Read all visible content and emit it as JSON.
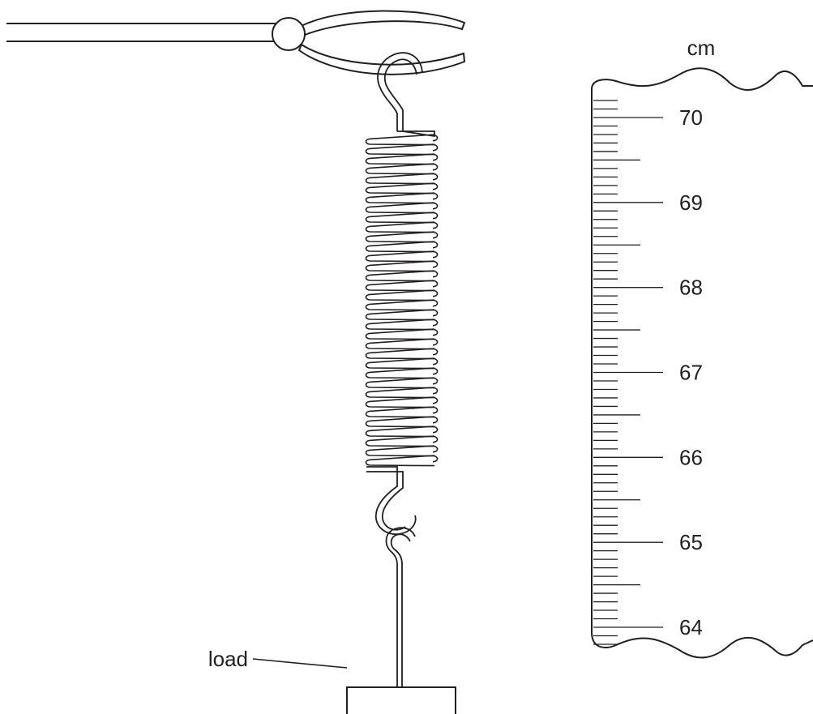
{
  "labels": {
    "unit": "cm",
    "load": "load"
  },
  "scale": {
    "top_value": 70,
    "bottom_value": 64,
    "subdivisions_per_unit": 10,
    "major_labels": [
      "70",
      "69",
      "68",
      "67",
      "66",
      "65",
      "64"
    ]
  },
  "spring": {
    "coil_count": 34
  },
  "colors": {
    "ink": "#231f20",
    "background": "#ffffff"
  }
}
